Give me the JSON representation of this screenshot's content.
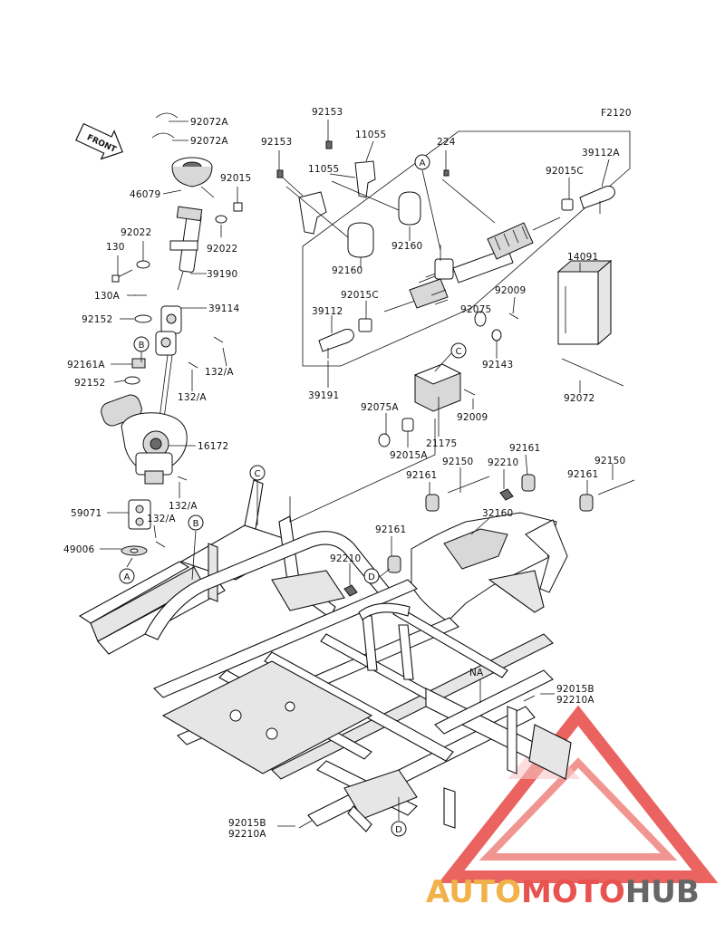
{
  "figure_code": "F2120",
  "front_label": "FRONT",
  "callouts": [
    {
      "id": "c1",
      "text": "92072A"
    },
    {
      "id": "c2",
      "text": "92072A"
    },
    {
      "id": "c3",
      "text": "46079"
    },
    {
      "id": "c4",
      "text": "92015"
    },
    {
      "id": "c5",
      "text": "92022"
    },
    {
      "id": "c6",
      "text": "130"
    },
    {
      "id": "c7",
      "text": "92022"
    },
    {
      "id": "c8",
      "text": "39190"
    },
    {
      "id": "c9",
      "text": "130A"
    },
    {
      "id": "c10",
      "text": "39114"
    },
    {
      "id": "c11",
      "text": "92152"
    },
    {
      "id": "c12",
      "text": "92161A"
    },
    {
      "id": "c13",
      "text": "132/A"
    },
    {
      "id": "c14",
      "text": "92152"
    },
    {
      "id": "c15",
      "text": "132/A"
    },
    {
      "id": "c16",
      "text": "16172"
    },
    {
      "id": "c17",
      "text": "132/A"
    },
    {
      "id": "c18",
      "text": "59071"
    },
    {
      "id": "c19",
      "text": "132/A"
    },
    {
      "id": "c20",
      "text": "49006"
    },
    {
      "id": "c21",
      "text": "92153"
    },
    {
      "id": "c22",
      "text": "11055"
    },
    {
      "id": "c23",
      "text": "92153"
    },
    {
      "id": "c24",
      "text": "11055"
    },
    {
      "id": "c25",
      "text": "224"
    },
    {
      "id": "c26",
      "text": "39112A"
    },
    {
      "id": "c27",
      "text": "92015C"
    },
    {
      "id": "c28",
      "text": "92160"
    },
    {
      "id": "c29",
      "text": "92160"
    },
    {
      "id": "c30",
      "text": "14091"
    },
    {
      "id": "c31",
      "text": "92015C"
    },
    {
      "id": "c32",
      "text": "92009"
    },
    {
      "id": "c33",
      "text": "39112"
    },
    {
      "id": "c34",
      "text": "92075"
    },
    {
      "id": "c35",
      "text": "92143"
    },
    {
      "id": "c36",
      "text": "39191"
    },
    {
      "id": "c37",
      "text": "92072"
    },
    {
      "id": "c38",
      "text": "92075A"
    },
    {
      "id": "c39",
      "text": "92009"
    },
    {
      "id": "c40",
      "text": "21175"
    },
    {
      "id": "c41",
      "text": "92015A"
    },
    {
      "id": "c42",
      "text": "92161"
    },
    {
      "id": "c43",
      "text": "92150"
    },
    {
      "id": "c44",
      "text": "92210"
    },
    {
      "id": "c45",
      "text": "92161"
    },
    {
      "id": "c46",
      "text": "92150"
    },
    {
      "id": "c47",
      "text": "92161"
    },
    {
      "id": "c48",
      "text": "32160"
    },
    {
      "id": "c49",
      "text": "92161"
    },
    {
      "id": "c50",
      "text": "92210"
    },
    {
      "id": "c51",
      "text": "NA"
    },
    {
      "id": "c52",
      "text": "92015B"
    },
    {
      "id": "c53",
      "text": "92210A"
    },
    {
      "id": "c54",
      "text": "92015B"
    },
    {
      "id": "c55",
      "text": "92210A"
    }
  ],
  "ref_markers": [
    "A",
    "B",
    "C",
    "D",
    "A",
    "B",
    "C",
    "D"
  ],
  "watermark": {
    "part1": "AUTO",
    "part2": "MOTO",
    "part3": "HUB",
    "colors": [
      "#f2b24a",
      "#e8534f",
      "#666666"
    ]
  }
}
